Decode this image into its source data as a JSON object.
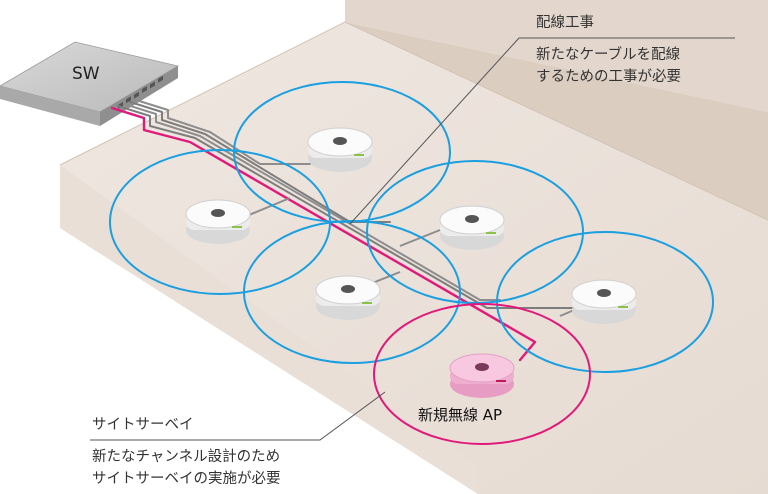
{
  "switch": {
    "label": "SW"
  },
  "callout_wiring": {
    "title": "配線工事",
    "lines": [
      "新たなケーブルを配線",
      "するための工事が必要"
    ]
  },
  "callout_survey": {
    "title": "サイトサーベイ",
    "lines": [
      "新たなチャンネル設計のため",
      "サイトサーベイの実施が必要"
    ]
  },
  "new_ap": {
    "label": "新規無線 AP"
  },
  "colors": {
    "coverage_existing": "#1a9fe0",
    "coverage_new": "#e0197a",
    "cable_new": "#e0197a",
    "cable_existing": "#7d7d7d",
    "floor": "#ece4dd",
    "wall": "#d9cbbf",
    "ap_new": "#f5bcd9"
  }
}
